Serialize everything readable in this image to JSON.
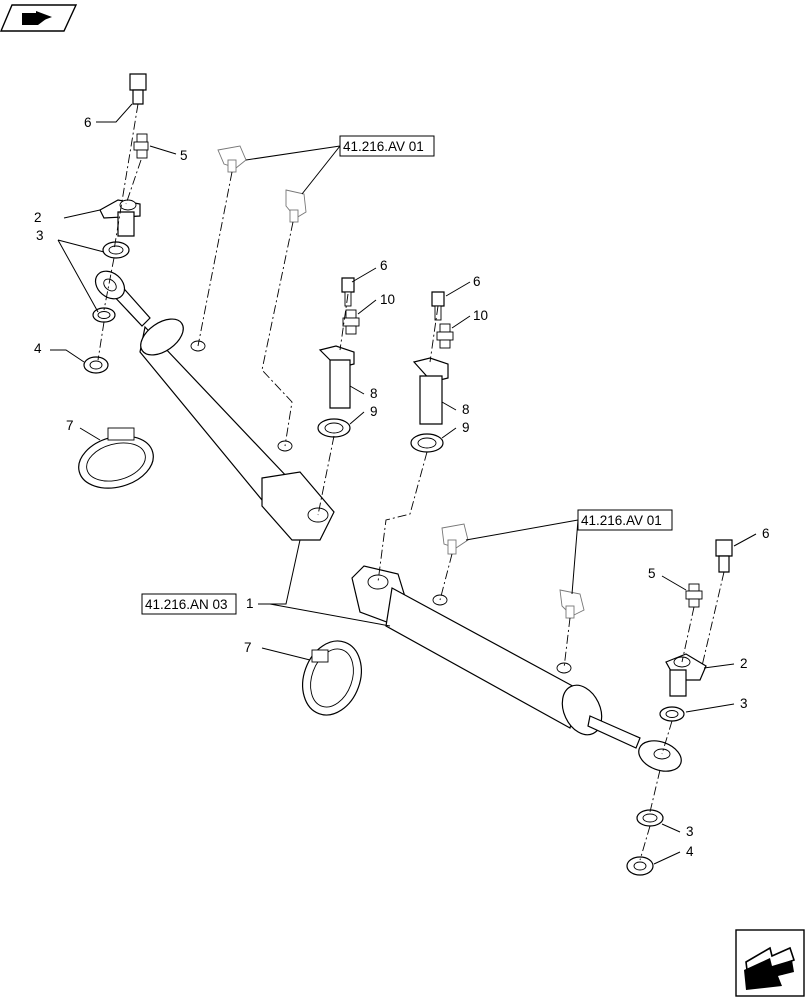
{
  "callouts": {
    "c1": "1",
    "c2a": "2",
    "c2b": "2",
    "c3a": "3",
    "c3b": "3",
    "c3c": "3",
    "c4a": "4",
    "c4b": "4",
    "c5a": "5",
    "c5b": "5",
    "c6a": "6",
    "c6b": "6",
    "c6c": "6",
    "c6d": "6",
    "c7a": "7",
    "c7b": "7",
    "c8a": "8",
    "c8b": "8",
    "c9a": "9",
    "c9b": "9",
    "c10a": "10",
    "c10b": "10"
  },
  "references": {
    "av_top": "41.216.AV 01",
    "av_right": "41.216.AV 01",
    "an": "41.216.AN 03"
  },
  "icons": {
    "top_left": "parts-catalog-icon",
    "bottom_right": "next-page-arrow-icon"
  }
}
